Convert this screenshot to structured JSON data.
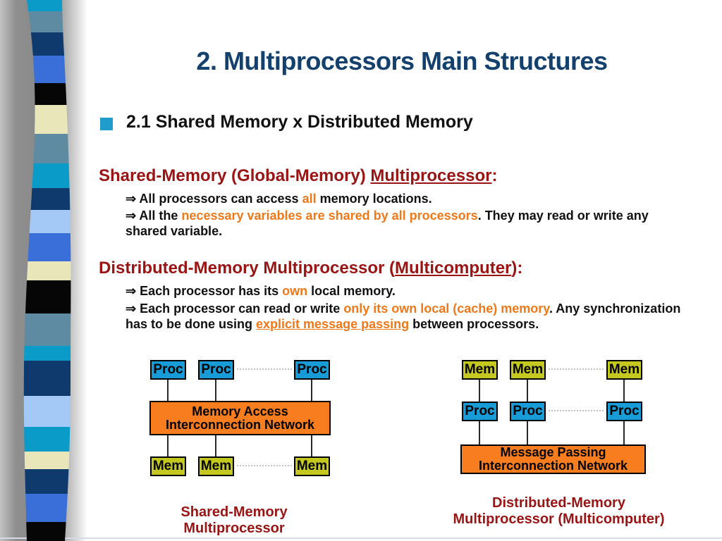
{
  "slide": {
    "title": "2. Multiprocessors Main Structures",
    "bullet_label": "2.1 Shared Memory x Distributed Memory",
    "shared": {
      "heading_pre": "Shared-Memory (Global-Memory) ",
      "heading_link": "Multiprocessor",
      "heading_post": ":",
      "b1_pre": "⇒ All processors can access ",
      "b1_em": "all",
      "b1_post": " memory locations.",
      "b2_pre": "⇒ All the ",
      "b2_em": "necessary variables are shared by all processors",
      "b2_post": ". They may read or write any shared variable."
    },
    "dist": {
      "heading_pre": "Distributed-Memory Multiprocessor (",
      "heading_link": "Multicomputer",
      "heading_post": "):",
      "b1_pre": "⇒ Each processor has its ",
      "b1_em": "own",
      "b1_post": " local memory.",
      "b2_pre": "⇒ Each processor can read or write ",
      "b2_em": "only its own local (cache) memory",
      "b2_mid": ". Any synchronization has to be done using ",
      "b2_link": "explicit message passing",
      "b2_post": " between processors."
    },
    "diagram_left": {
      "proc_label": "Proc",
      "mem_label": "Mem",
      "network_line1": "Memory Access",
      "network_line2": "Interconnection Network",
      "caption": "Shared-Memory Multiprocessor"
    },
    "diagram_right": {
      "proc_label": "Proc",
      "mem_label": "Mem",
      "network_line1": "Message Passing",
      "network_line2": "Interconnection Network",
      "caption_line1": "Distributed-Memory",
      "caption_line2": "Multiprocessor (Multicomputer)"
    },
    "colors": {
      "title": "#14406E",
      "section_heading": "#9A1414",
      "emphasis_orange": "#F07818",
      "bullet_square": "#1F9CCB",
      "proc_fill": "#189CD8",
      "mem_fill": "#C5C91F",
      "network_fill": "#F87D1E"
    },
    "ribbon_stripes": [
      {
        "color": "#0B9BC8",
        "from": 0,
        "to": 16
      },
      {
        "color": "#5E8BA1",
        "from": 16,
        "to": 46
      },
      {
        "color": "#0E3A6D",
        "from": 46,
        "to": 79
      },
      {
        "color": "#3A6FD9",
        "from": 79,
        "to": 118
      },
      {
        "color": "#060606",
        "from": 118,
        "to": 149
      },
      {
        "color": "#E9E6BA",
        "from": 149,
        "to": 190
      },
      {
        "color": "#5E8BA1",
        "from": 190,
        "to": 232
      },
      {
        "color": "#0B9BC8",
        "from": 232,
        "to": 267
      },
      {
        "color": "#0E3A6D",
        "from": 267,
        "to": 298
      },
      {
        "color": "#A5C9F7",
        "from": 298,
        "to": 331
      },
      {
        "color": "#3A6FD9",
        "from": 331,
        "to": 371
      },
      {
        "color": "#E9E6BA",
        "from": 371,
        "to": 398
      },
      {
        "color": "#060606",
        "from": 398,
        "to": 445
      },
      {
        "color": "#5E8BA1",
        "from": 445,
        "to": 491
      },
      {
        "color": "#0B9BC8",
        "from": 491,
        "to": 512
      },
      {
        "color": "#0E3A6D",
        "from": 512,
        "to": 562
      },
      {
        "color": "#A5C9F7",
        "from": 562,
        "to": 606
      },
      {
        "color": "#0B9BC8",
        "from": 606,
        "to": 641
      },
      {
        "color": "#E9E6BA",
        "from": 641,
        "to": 666
      },
      {
        "color": "#0E3A6D",
        "from": 666,
        "to": 701
      },
      {
        "color": "#3A6FD9",
        "from": 701,
        "to": 741
      },
      {
        "color": "#060606",
        "from": 741,
        "to": 768
      }
    ]
  }
}
